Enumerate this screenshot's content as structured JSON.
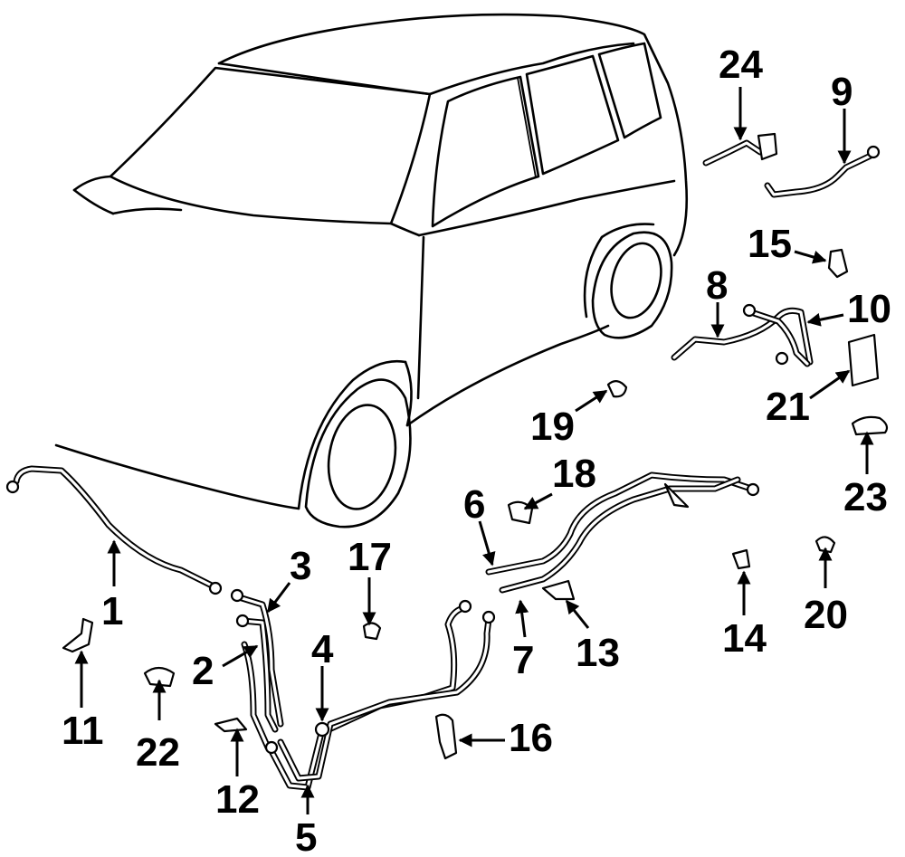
{
  "diagram": {
    "subject": "van-brake-lines",
    "callouts": [
      {
        "id": "1",
        "label": "1"
      },
      {
        "id": "2",
        "label": "2"
      },
      {
        "id": "3",
        "label": "3"
      },
      {
        "id": "4",
        "label": "4"
      },
      {
        "id": "5",
        "label": "5"
      },
      {
        "id": "6",
        "label": "6"
      },
      {
        "id": "7",
        "label": "7"
      },
      {
        "id": "8",
        "label": "8"
      },
      {
        "id": "9",
        "label": "9"
      },
      {
        "id": "10",
        "label": "10"
      },
      {
        "id": "11",
        "label": "11"
      },
      {
        "id": "12",
        "label": "12"
      },
      {
        "id": "13",
        "label": "13"
      },
      {
        "id": "14",
        "label": "14"
      },
      {
        "id": "15",
        "label": "15"
      },
      {
        "id": "16",
        "label": "16"
      },
      {
        "id": "17",
        "label": "17"
      },
      {
        "id": "18",
        "label": "18"
      },
      {
        "id": "19",
        "label": "19"
      },
      {
        "id": "20",
        "label": "20"
      },
      {
        "id": "21",
        "label": "21"
      },
      {
        "id": "22",
        "label": "22"
      },
      {
        "id": "23",
        "label": "23"
      },
      {
        "id": "24",
        "label": "24"
      }
    ]
  }
}
